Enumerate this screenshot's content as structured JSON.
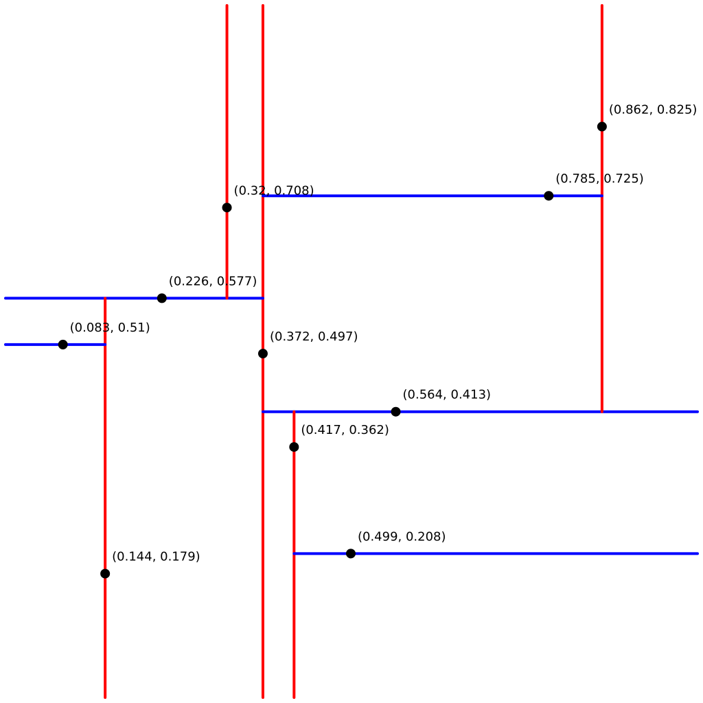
{
  "diagram": {
    "domain": [
      0,
      1
    ],
    "colors": {
      "vertical_split": "#ff0000",
      "horizontal_split": "#0000ff",
      "point": "#000000",
      "background": "#ffffff"
    },
    "splits": [
      {
        "orientation": "vertical",
        "position": 0.372,
        "from": 0.0,
        "to": 1.0
      },
      {
        "orientation": "horizontal",
        "position": 0.577,
        "from": 0.0,
        "to": 0.372
      },
      {
        "orientation": "vertical",
        "position": 0.144,
        "from": 0.0,
        "to": 0.577
      },
      {
        "orientation": "horizontal",
        "position": 0.51,
        "from": 0.0,
        "to": 0.144
      },
      {
        "orientation": "vertical",
        "position": 0.32,
        "from": 0.577,
        "to": 1.0
      },
      {
        "orientation": "horizontal",
        "position": 0.413,
        "from": 0.372,
        "to": 1.0
      },
      {
        "orientation": "vertical",
        "position": 0.417,
        "from": 0.0,
        "to": 0.413
      },
      {
        "orientation": "horizontal",
        "position": 0.208,
        "from": 0.417,
        "to": 1.0
      },
      {
        "orientation": "vertical",
        "position": 0.862,
        "from": 0.413,
        "to": 1.0
      },
      {
        "orientation": "horizontal",
        "position": 0.725,
        "from": 0.372,
        "to": 0.862
      }
    ],
    "points": [
      {
        "x": 0.862,
        "y": 0.825,
        "label": "(0.862, 0.825)"
      },
      {
        "x": 0.785,
        "y": 0.725,
        "label": "(0.785, 0.725)"
      },
      {
        "x": 0.32,
        "y": 0.708,
        "label": "(0.32, 0.708)"
      },
      {
        "x": 0.226,
        "y": 0.577,
        "label": "(0.226, 0.577)"
      },
      {
        "x": 0.083,
        "y": 0.51,
        "label": "(0.083, 0.51)"
      },
      {
        "x": 0.372,
        "y": 0.497,
        "label": "(0.372, 0.497)"
      },
      {
        "x": 0.564,
        "y": 0.413,
        "label": "(0.564, 0.413)"
      },
      {
        "x": 0.417,
        "y": 0.362,
        "label": "(0.417, 0.362)"
      },
      {
        "x": 0.499,
        "y": 0.208,
        "label": "(0.499, 0.208)"
      },
      {
        "x": 0.144,
        "y": 0.179,
        "label": "(0.144, 0.179)"
      }
    ]
  }
}
